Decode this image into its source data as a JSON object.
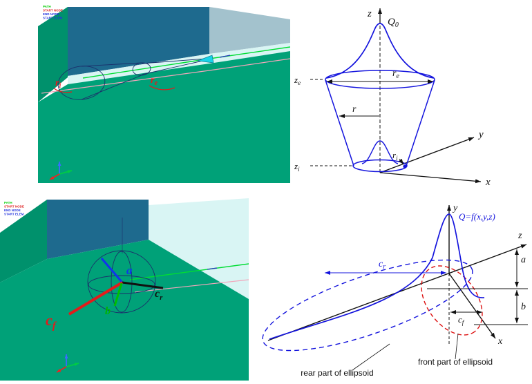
{
  "colors": {
    "fem_green_main": "#00a178",
    "fem_green_dark": "#00916c",
    "fem_dark_teal_face": "#1e6a8e",
    "fem_bevel_gray": "#a3c2cd",
    "fem_pale_cyan": "#d9f5f4",
    "wireframe_navy": "#1b2f6b",
    "weld_line_green": "#00dd33",
    "path_pink": "#f2a6bb",
    "direction_arrow_cyan": "#19d3e8",
    "diagram_blue": "#1414dd",
    "diagram_red": "#dd1111",
    "label_red": "#e31b1b",
    "label_blue": "#1133ee",
    "label_green": "#00b400",
    "label_black": "#111111"
  },
  "fem_top": {
    "legend": [
      {
        "text": "PATH",
        "color": "#00cc00"
      },
      {
        "text": "START NODE",
        "color": "#dd2222"
      },
      {
        "text": "END NODE",
        "color": "#2233dd"
      },
      {
        "text": "START ELEM",
        "color": "#2233dd"
      }
    ],
    "label_ri": {
      "base": "r",
      "sub": "i"
    },
    "label_re": {
      "base": "r",
      "sub": "e"
    }
  },
  "cone": {
    "q0": {
      "base": "Q",
      "sub": "0"
    },
    "axis_z": "z",
    "axis_y": "y",
    "axis_x": "x",
    "z_e": {
      "base": "z",
      "sub": "e"
    },
    "z_i": {
      "base": "z",
      "sub": "i"
    },
    "r_e": {
      "base": "r",
      "sub": "e"
    },
    "r": "r",
    "r_i": {
      "base": "r",
      "sub": "i"
    }
  },
  "fem_bottom": {
    "legend": [
      {
        "text": "PATH",
        "color": "#00cc00"
      },
      {
        "text": "START NODE",
        "color": "#dd2222"
      },
      {
        "text": "END NODE",
        "color": "#2233dd"
      },
      {
        "text": "START ELEM",
        "color": "#2233dd"
      }
    ],
    "label_a": "a",
    "label_b": "b",
    "label_cr": {
      "base": "c",
      "sub": "r"
    },
    "label_cf": {
      "base": "c",
      "sub": "f"
    }
  },
  "ellipsoid": {
    "q": "Q=f(x,y,z)",
    "axis_y": "y",
    "axis_z": "z",
    "axis_x": "x",
    "label_a": "a",
    "label_b": "b",
    "c_r": {
      "base": "c",
      "sub": "r"
    },
    "c_f": {
      "base": "c",
      "sub": "f"
    },
    "caption_rear": "rear part of ellipsoid",
    "caption_front": "front part of ellipsoid"
  }
}
